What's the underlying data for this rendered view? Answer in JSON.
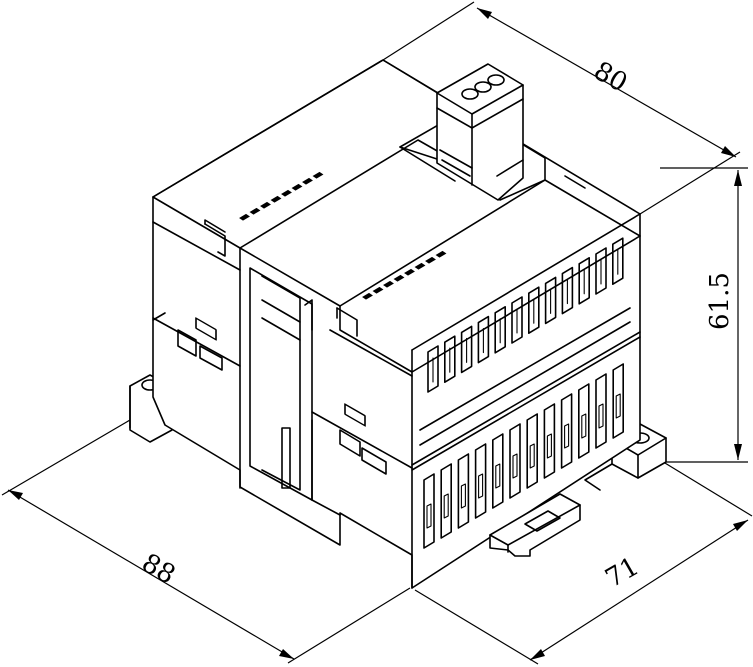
{
  "dimensions": {
    "width_top": "80",
    "height_right": "61.5",
    "depth_left": "88",
    "width_bottom": "71"
  },
  "colors": {
    "line": "#000000",
    "background": "#ffffff"
  }
}
